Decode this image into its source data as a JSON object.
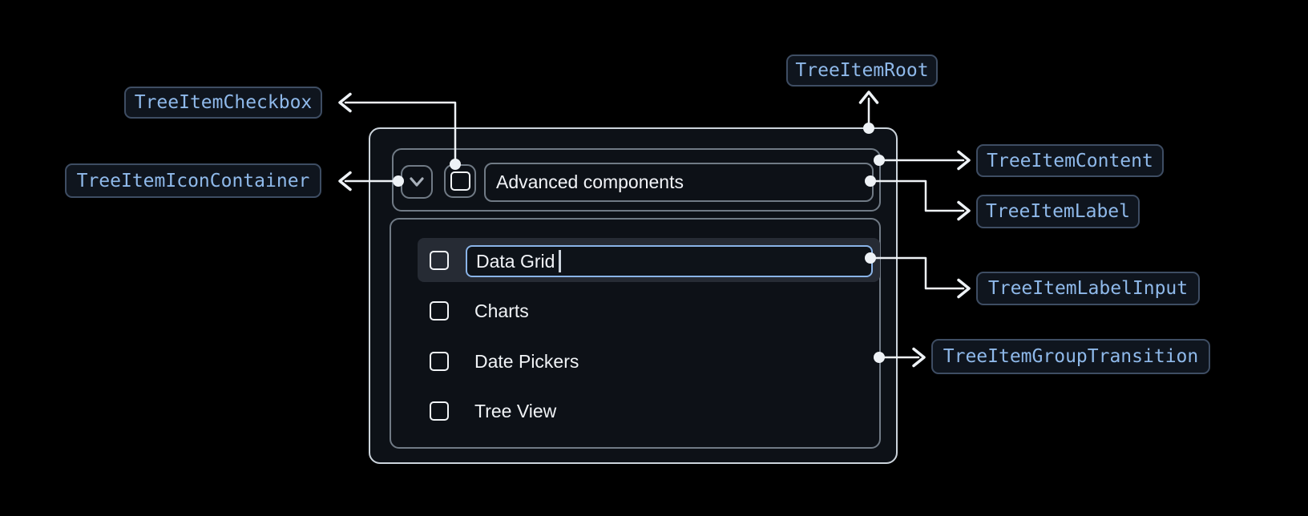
{
  "annotations": {
    "root": {
      "label": "TreeItemRoot"
    },
    "checkbox": {
      "label": "TreeItemCheckbox"
    },
    "icon_container": {
      "label": "TreeItemIconContainer"
    },
    "content": {
      "label": "TreeItemContent"
    },
    "label": {
      "label": "TreeItemLabel"
    },
    "label_input": {
      "label": "TreeItemLabelInput"
    },
    "group_transition": {
      "label": "TreeItemGroupTransition"
    }
  },
  "tree": {
    "parent": {
      "label": "Advanced components",
      "expanded": true,
      "checked": false
    },
    "items": [
      {
        "label": "Data Grid",
        "editing": true,
        "checked": false
      },
      {
        "label": "Charts",
        "checked": false
      },
      {
        "label": "Date Pickers",
        "checked": false
      },
      {
        "label": "Tree View",
        "checked": false
      }
    ]
  },
  "colors": {
    "page_bg": "#000000",
    "surface_bg": "#0d1117",
    "outer_border": "#ccd4dc",
    "inner_border": "#707a85",
    "row_highlight": "#262b34",
    "input_focus_border": "#8ab4e8",
    "badge_bg": "#0f151e",
    "badge_border": "#3e4d63",
    "badge_text": "#8fb9ea",
    "text_primary": "#f2f4f8",
    "connector": "#eef2f6"
  }
}
